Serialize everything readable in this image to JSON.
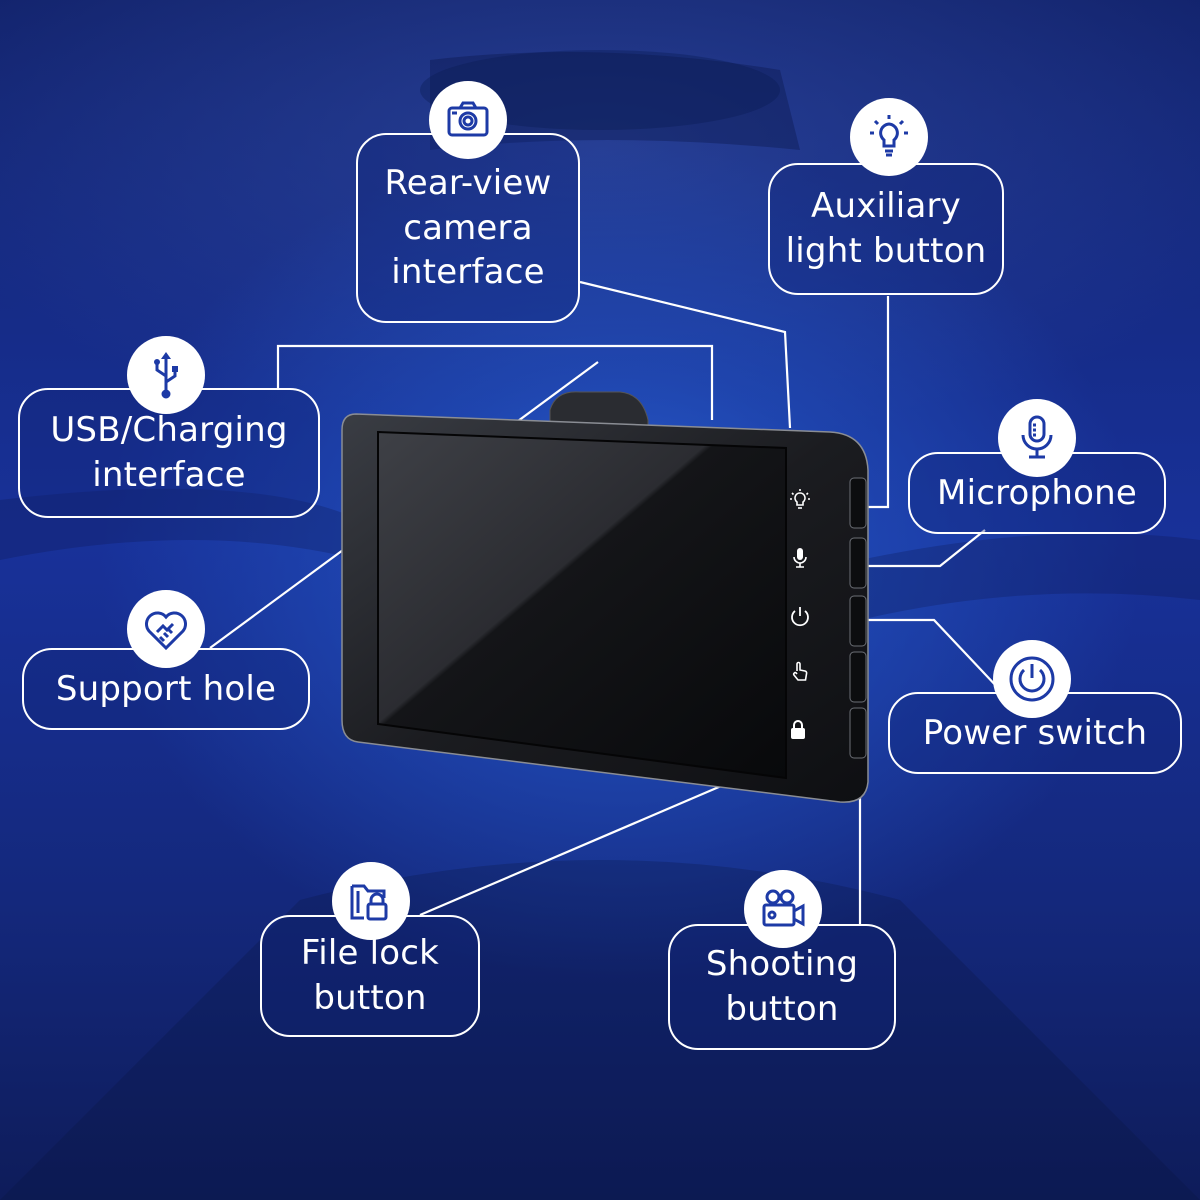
{
  "labels": {
    "rear_view": "Rear-view\ncamera\ninterface",
    "auxiliary_light": "Auxiliary\nlight button",
    "usb_charging": "USB/Charging\ninterface",
    "microphone": "Microphone",
    "support_hole": "Support hole",
    "power_switch": "Power switch",
    "file_lock": "File lock\nbutton",
    "shooting": "Shooting\nbutton"
  },
  "icons": {
    "rear_view": "camera-icon",
    "auxiliary_light": "lightbulb-icon",
    "usb_charging": "usb-icon",
    "microphone": "microphone-icon",
    "support_hole": "handshake-heart-icon",
    "power_switch": "power-icon",
    "file_lock": "folder-lock-icon",
    "shooting": "video-camera-icon"
  },
  "device_buttons": [
    "lightbulb-icon",
    "microphone-icon",
    "power-icon",
    "hand-pointer-icon",
    "lock-icon"
  ],
  "colors": {
    "background": "#183199",
    "accent": "#1d3aa6",
    "line": "#ffffff"
  }
}
